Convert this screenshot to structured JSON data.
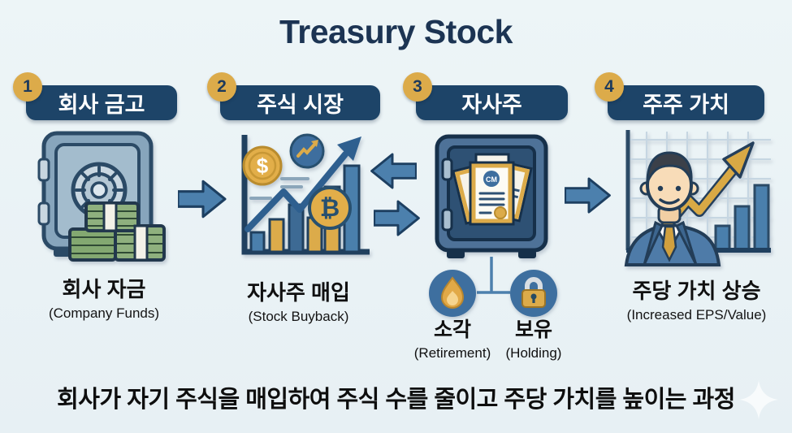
{
  "title": "Treasury Stock",
  "steps": [
    {
      "number": "1",
      "header": "회사 금고",
      "label": "회사 자금",
      "sublabel": "(Company Funds)"
    },
    {
      "number": "2",
      "header": "주식 시장",
      "label": "자사주 매입",
      "sublabel": "(Stock Buyback)"
    },
    {
      "number": "3",
      "header": "자사주",
      "branches": [
        {
          "label": "소각",
          "sublabel": "(Retirement)"
        },
        {
          "label": "보유",
          "sublabel": "(Holding)"
        }
      ]
    },
    {
      "number": "4",
      "header": "주주 가치",
      "label": "주당 가치 상승",
      "sublabel": "(Increased EPS/Value)"
    }
  ],
  "caption": "회사가 자기 주식을 매입하여 주식 수를 줄이고 주당 가치를 높이는 과정",
  "certificate_badge": "CM",
  "coin_symbols": {
    "dollar": "$",
    "bitcoin": "₿"
  },
  "colors": {
    "background": "#e9f2f5",
    "navy": "#1d4468",
    "title_navy": "#1c3453",
    "gold": "#dcab4a",
    "arrow_blue": "#4c80ad",
    "money_green": "#8fb07e",
    "caption_text": "#0e0e0e"
  }
}
